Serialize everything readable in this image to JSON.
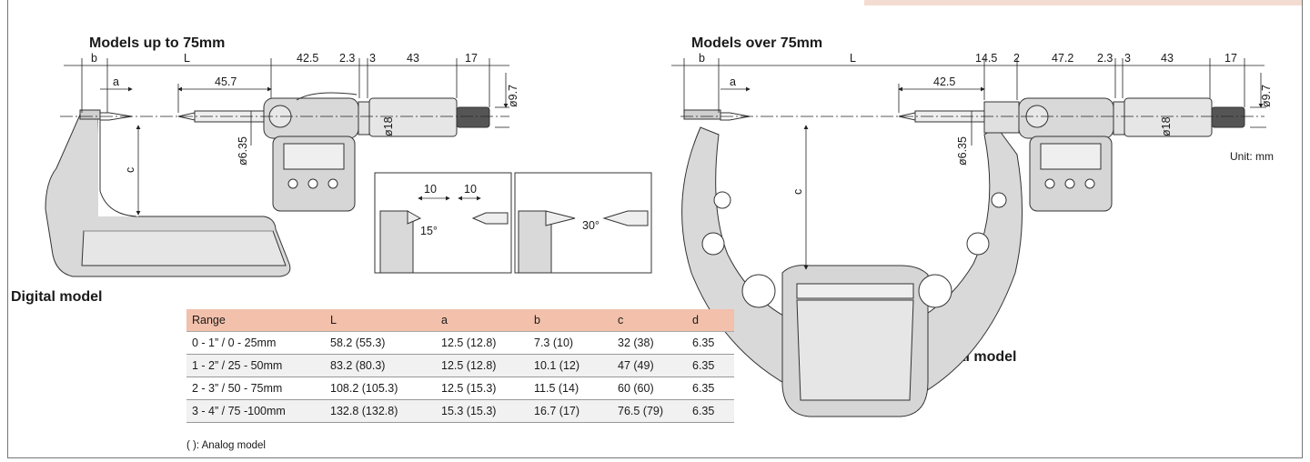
{
  "left": {
    "heading": "Models up to 75mm",
    "model_label": "Digital model",
    "dims": {
      "b": "b",
      "L": "L",
      "d42_5": "42.5",
      "d2_3": "2.3",
      "d3": "3",
      "d43": "43",
      "d17": "17",
      "a": "a",
      "d45_7": "45.7",
      "phi9_7": "ø9.7",
      "phi18": "ø18",
      "phi6_35": "ø6.35",
      "c": "c"
    }
  },
  "inset": {
    "left_dim": "10",
    "right_dim": "10",
    "angle_left": "15°",
    "angle_right": "30°"
  },
  "right": {
    "heading": "Models over 75mm",
    "model_label": "Digital model",
    "unit": "Unit: mm",
    "dims": {
      "b": "b",
      "L": "L",
      "d14_5": "14.5",
      "d2": "2",
      "d47_2": "47.2",
      "d2_3": "2.3",
      "d3": "3",
      "d43": "43",
      "d17": "17",
      "a": "a",
      "d42_5": "42.5",
      "phi9_7": "ø9.7",
      "phi18": "ø18",
      "phi6_35": "ø6.35",
      "c": "c"
    }
  },
  "table": {
    "headers": [
      "Range",
      "L",
      "a",
      "b",
      "c",
      "d"
    ],
    "rows": [
      [
        "0 - 1” / 0 - 25mm",
        "58.2 (55.3)",
        "12.5 (12.8)",
        "7.3 (10)",
        "32 (38)",
        "6.35"
      ],
      [
        "1 - 2” / 25 - 50mm",
        "83.2 (80.3)",
        "12.5 (12.8)",
        "10.1 (12)",
        "47 (49)",
        "6.35"
      ],
      [
        "2 - 3” / 50 - 75mm",
        "108.2 (105.3)",
        "12.5 (15.3)",
        "11.5 (14)",
        "60 (60)",
        "6.35"
      ],
      [
        "3 - 4” / 75 -100mm",
        "132.8 (132.8)",
        "15.3 (15.3)",
        "16.7 (17)",
        "76.5 (79)",
        "6.35"
      ]
    ],
    "note": "( ): Analog model"
  }
}
